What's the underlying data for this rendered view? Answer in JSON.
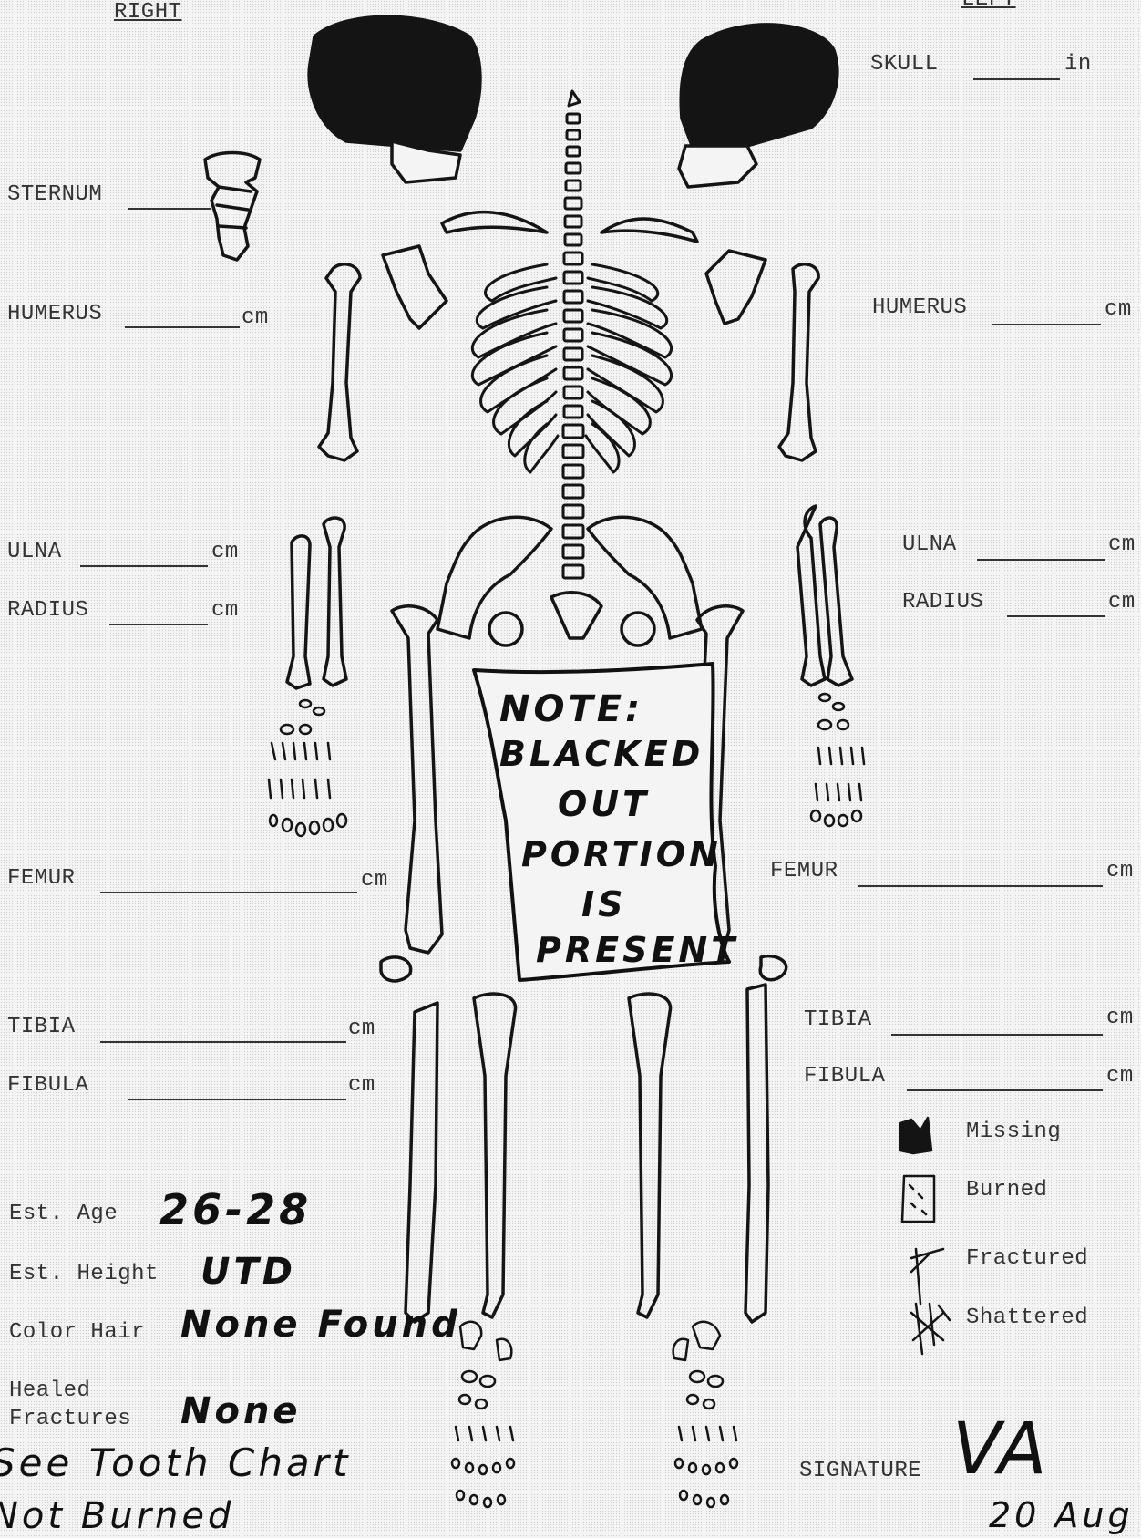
{
  "header": {
    "right": "RIGHT",
    "left": "LEFT"
  },
  "labels": {
    "skull": "SKULL",
    "skull_unit": "in",
    "sternum": "STERNUM",
    "humerus": "HUMERUS",
    "ulna": "ULNA",
    "radius": "RADIUS",
    "femur": "FEMUR",
    "tibia": "TIBIA",
    "fibula": "FIBULA",
    "cm": "cm"
  },
  "note": {
    "title": "NOTE:",
    "lines": [
      "BLACKED",
      "OUT",
      "PORTION",
      "IS",
      "PRESENT"
    ]
  },
  "fields": {
    "age_label": "Est. Age",
    "age_value": "26-28",
    "height_label": "Est. Height",
    "height_value": "UTD",
    "hair_label": "Color Hair",
    "hair_value": "None Found",
    "healed_label_1": "Healed",
    "healed_label_2": "Fractures",
    "healed_value": "None"
  },
  "handwritten_notes": [
    "See Tooth Chart",
    "Not Burned"
  ],
  "legend": {
    "missing": "Missing",
    "burned": "Burned",
    "fractured": "Fractured",
    "shattered": "Shattered"
  },
  "signature": {
    "label": "SIGNATURE",
    "value": "VA",
    "date": "20 Aug"
  },
  "colors": {
    "ink": "#1a1a1a",
    "paper": "#f4f4f4"
  }
}
